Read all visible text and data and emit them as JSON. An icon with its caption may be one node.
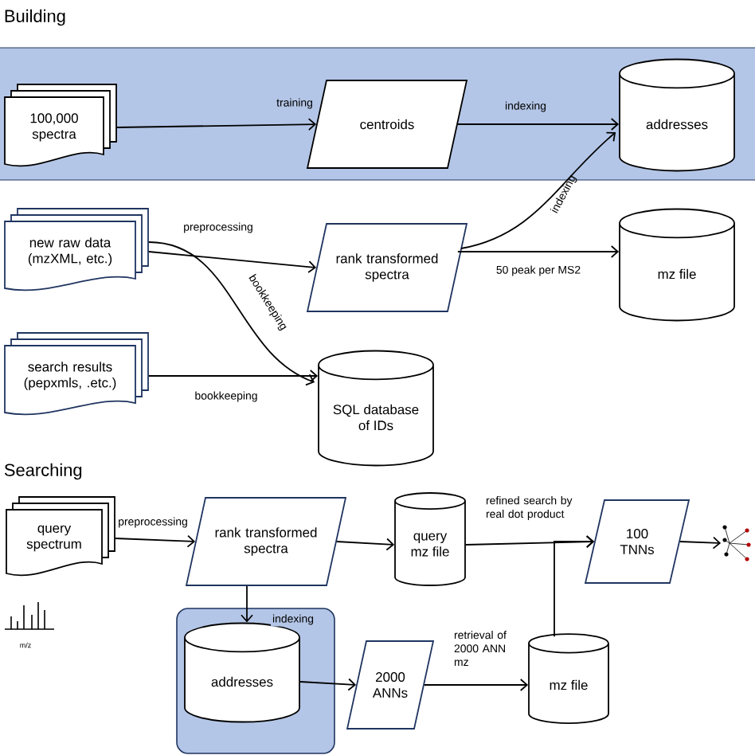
{
  "diagram": {
    "nodes": [
      {
        "text": [
          "100,000 spectra"
        ]
      },
      {
        "text": [
          "centroids"
        ]
      },
      {
        "text": [
          "addresses"
        ]
      },
      {
        "text": [
          "new raw data (mzXML, etc.)"
        ]
      },
      {
        "text": [
          "rank transformed spectra"
        ]
      },
      {
        "text": [
          "mz file"
        ]
      },
      {
        "text": [
          "search results (pepxmls, .etc.)"
        ]
      },
      {
        "text": [
          "SQL database of IDs"
        ]
      },
      {
        "text": [
          "query spectrum"
        ]
      },
      {
        "text": [
          "rank transformed spectra"
        ]
      },
      {
        "text": [
          "query mz file"
        ]
      },
      {
        "text": [
          "100 TNNs"
        ]
      },
      {
        "text": [],
        "shape": "picture"
      },
      {
        "text": [
          "addresses"
        ]
      },
      {
        "text": [
          "2000 ANNs"
        ]
      },
      {
        "text": [
          "mz file"
        ]
      }
    ],
    "edges": [
      {
        "from": 0,
        "to": 1,
        "arrow": "to",
        "label": "training"
      },
      {
        "from": 1,
        "to": 2,
        "arrow": "to",
        "label": "indexing"
      },
      {
        "from": 4,
        "to": 2,
        "arrow": "to",
        "label": "indexing"
      },
      {
        "from": 3,
        "to": 4,
        "arrow": "to",
        "label": "preprocessing"
      },
      {
        "from": 4,
        "to": 5,
        "arrow": "to",
        "label": "50 peak per MS2"
      },
      {
        "from": 3,
        "to": 7,
        "arrow": "to",
        "label": "bookkeeping"
      },
      {
        "from": 6,
        "to": 7,
        "arrow": "to",
        "label": "bookkeeping"
      },
      {
        "from": 8,
        "to": 9,
        "arrow": "to",
        "label": "preprocessing"
      },
      {
        "from": 9,
        "to": 10,
        "arrow": "to"
      },
      {
        "from": 10,
        "to": 11,
        "arrow": "to",
        "label": "refined search by real dot product"
      },
      {
        "from": 15,
        "to": 11,
        "arrow": "to"
      },
      {
        "from": 11,
        "to": 12,
        "arrow": "to"
      },
      {
        "from": 9,
        "to": 13,
        "arrow": "to",
        "label": "indexing"
      },
      {
        "from": 13,
        "to": 14,
        "arrow": "to"
      },
      {
        "from": 14,
        "to": 15,
        "arrow": "to",
        "label": "retrieval of 2000 ANN mz"
      }
    ],
    "labels": [
      "Building",
      "Searching",
      "m/z"
    ]
  }
}
